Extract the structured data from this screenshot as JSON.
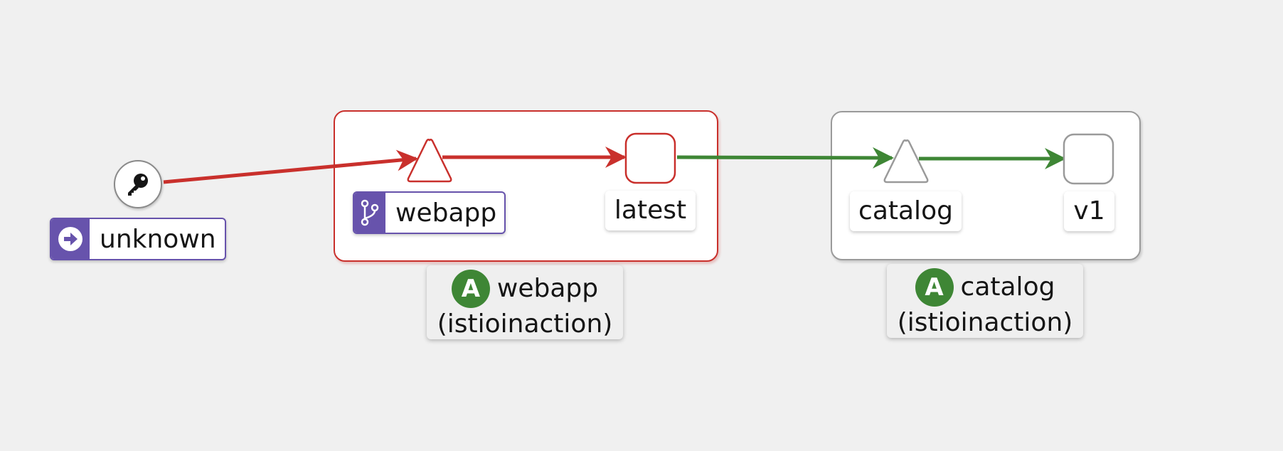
{
  "graph": {
    "nodes": {
      "unknown": {
        "label": "unknown",
        "icon": "key-icon",
        "badge_icon": "arrow-right-circle-icon"
      },
      "webapp_service": {
        "label": "webapp",
        "icon": "code-branch-icon",
        "shape": "triangle"
      },
      "webapp_latest": {
        "label": "latest",
        "shape": "square"
      },
      "catalog_service": {
        "label": "catalog",
        "shape": "triangle"
      },
      "catalog_v1": {
        "label": "v1",
        "shape": "square"
      }
    },
    "groups": {
      "webapp": {
        "badge": "A",
        "name": "webapp",
        "namespace": "(istioinaction)",
        "status_color": "#c9302c"
      },
      "catalog": {
        "badge": "A",
        "name": "catalog",
        "namespace": "(istioinaction)",
        "status_color": "#9a9a9a"
      }
    },
    "edges": [
      {
        "from": "unknown",
        "to": "webapp_service",
        "color": "#c9302c"
      },
      {
        "from": "webapp_service",
        "to": "webapp_latest",
        "color": "#c9302c"
      },
      {
        "from": "webapp_latest",
        "to": "catalog_service",
        "color": "#3e8635"
      },
      {
        "from": "catalog_service",
        "to": "catalog_v1",
        "color": "#3e8635"
      }
    ],
    "colors": {
      "error": "#c9302c",
      "healthy": "#3e8635",
      "neutral": "#9a9a9a",
      "badge_purple": "#6753ac",
      "background": "#f0f0f0"
    }
  }
}
